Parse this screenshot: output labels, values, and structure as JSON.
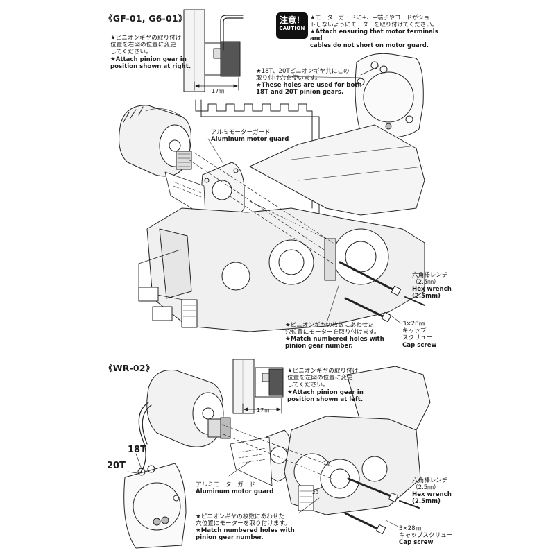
{
  "sections": {
    "gf": {
      "header": "《GF-01, G6-01》",
      "pinion_note_jp": "★ピニオンギヤの取り付け\n位置を右図の位置に変更\nしてください。",
      "pinion_note_en": "★Attach pinion gear in\nposition shown at right.",
      "dimension": "17㎜",
      "holes_note_jp": "★18T、20Tピニオンギヤ共にこの\n取り付け穴を使います。",
      "holes_note_en": "★These holes are used for both\n18T and 20T pinion gears.",
      "guard_jp": "アルミモーターガード",
      "guard_en": "Aluminum motor guard",
      "hex_jp": "六角棒レンチ\n（2.5㎜）",
      "hex_en": "Hex wrench\n(2.5mm)",
      "match_jp": "★ピニオンギヤの枚数にあわせた\n穴位置にモーターを取り付けます。",
      "match_en": "★Match numbered holes with\npinion gear number.",
      "screw_jp": "3×28㎜\nキャップ\nスクリュー",
      "screw_en": "Cap screw"
    },
    "caution": {
      "title_jp": "注意！",
      "title_en": "CAUTION",
      "text_jp": "★モーターガードに+、−端子やコードがショー\nトしないようにモーターを取り付けてください。",
      "text_en": "★Attach ensuring that motor terminals and\ncables do not short on motor guard."
    },
    "wr": {
      "header": "《WR-02》",
      "pinion_note_jp": "★ピニオンギヤの取り付け\n位置を左図の位置に変更\nしてください。",
      "pinion_note_en": "★Attach pinion gear in\nposition shown at left.",
      "dimension": "17㎜",
      "label_18t": "18T",
      "label_20t": "20T",
      "guard_jp": "アルミモーターガード",
      "guard_en": "Aluminum motor guard",
      "hex_jp": "六角棒レンチ\n（2.5㎜）",
      "hex_en": "Hex wrench\n(2.5mm)",
      "match_jp": "★ピニオンギヤの枚数にあわせた\n穴位置にモーターを取り付けます。",
      "match_en": "★Match numbered holes with\npinion gear number.",
      "screw_jp": "3×28㎜\nキャップスクリュー",
      "screw_en": "Cap screw",
      "gear_mark_18": "18",
      "gear_mark_20": "20"
    }
  }
}
